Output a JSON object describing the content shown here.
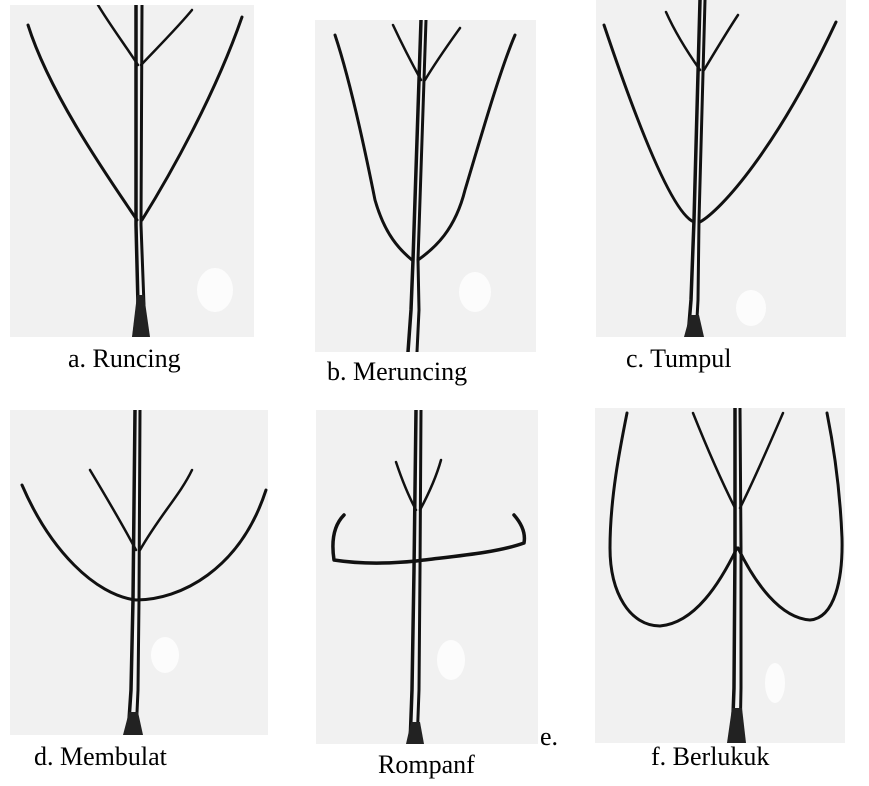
{
  "captions": {
    "a": "a.   Runcing",
    "b": "b.   Meruncing",
    "c": "c.    Tumpul",
    "d": "d. Membulat",
    "e_letter": "e.",
    "e": "Rompanf",
    "f": "f. Berlukuk"
  }
}
